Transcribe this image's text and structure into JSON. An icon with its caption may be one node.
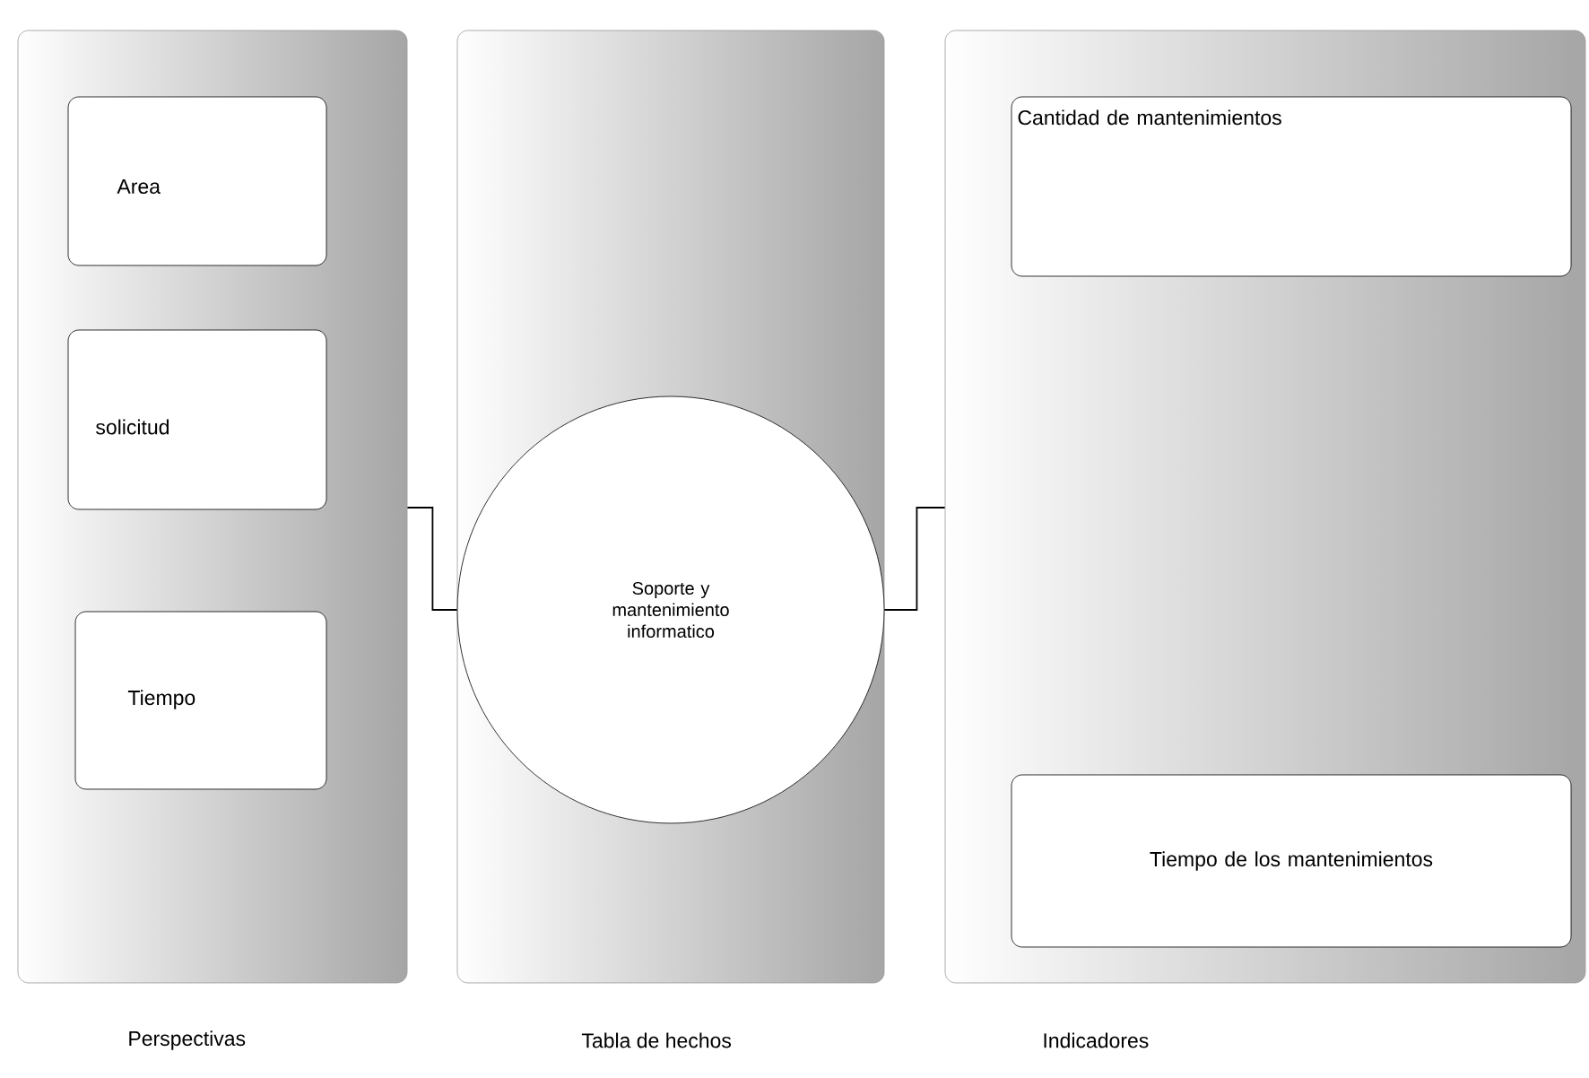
{
  "diagram": {
    "nodes": [
      {
        "text": [
          "Perspectivas"
        ]
      },
      {
        "text": [
          "Area"
        ],
        "in": 0
      },
      {
        "text": [
          "solicitud"
        ],
        "in": 0
      },
      {
        "text": [
          "Tiempo"
        ],
        "in": 0
      },
      {
        "text": [
          "Tabla de hechos"
        ]
      },
      {
        "text": [
          "Soporte y mantenimiento informatico"
        ],
        "in": 4
      },
      {
        "text": [
          "Indicadores"
        ]
      },
      {
        "text": [
          "Cantidad de mantenimientos"
        ],
        "in": 6
      },
      {
        "text": [
          "Tiempo de los mantenimientos"
        ],
        "in": 6
      }
    ],
    "edges": [
      {
        "from": 0,
        "to": 5,
        "arrow": "none"
      },
      {
        "from": 5,
        "to": 6,
        "arrow": "none"
      }
    ]
  }
}
